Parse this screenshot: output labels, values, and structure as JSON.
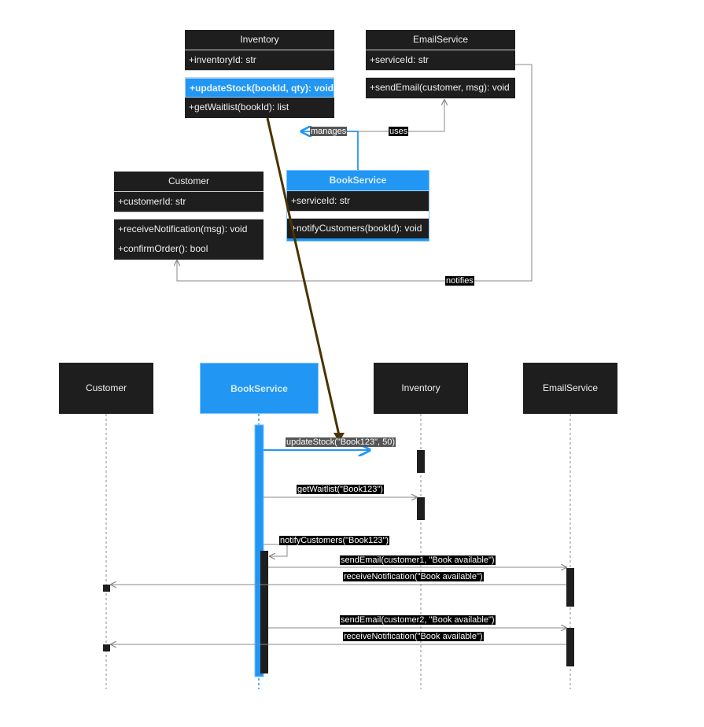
{
  "class_diagram": {
    "inventory": {
      "name": "Inventory",
      "attributes": [
        "+inventoryId: str"
      ],
      "methods": [
        "+updateStock(bookId, qty): void",
        "+getWaitlist(bookId): list"
      ]
    },
    "email_service": {
      "name": "EmailService",
      "attributes": [
        "+serviceId: str"
      ],
      "methods": [
        "+sendEmail(customer, msg): void"
      ]
    },
    "customer": {
      "name": "Customer",
      "attributes": [
        "+customerId: str"
      ],
      "methods": [
        "+receiveNotification(msg): void",
        "+confirmOrder(): bool"
      ]
    },
    "book_service": {
      "name": "BookService",
      "attributes": [
        "+serviceId: str"
      ],
      "methods": [
        "+notifyCustomers(bookId): void"
      ]
    },
    "relations": {
      "manages": "manages",
      "uses": "uses",
      "notifies": "notifies"
    }
  },
  "sequence_diagram": {
    "participants": [
      "Customer",
      "BookService",
      "Inventory",
      "EmailService"
    ],
    "messages": [
      "updateStock(\"Book123\", 50)",
      "getWaitlist(\"Book123\")",
      "notifyCustomers(\"Book123\")",
      "sendEmail(customer1, \"Book available\")",
      "receiveNotification(\"Book available\")",
      "sendEmail(customer2, \"Book available\")",
      "receiveNotification(\"Book available\")"
    ]
  },
  "colors": {
    "box": "#1e1e1e",
    "selected": "#2196f3",
    "connector": "#888888",
    "drag_arrow": "#4a3300"
  }
}
